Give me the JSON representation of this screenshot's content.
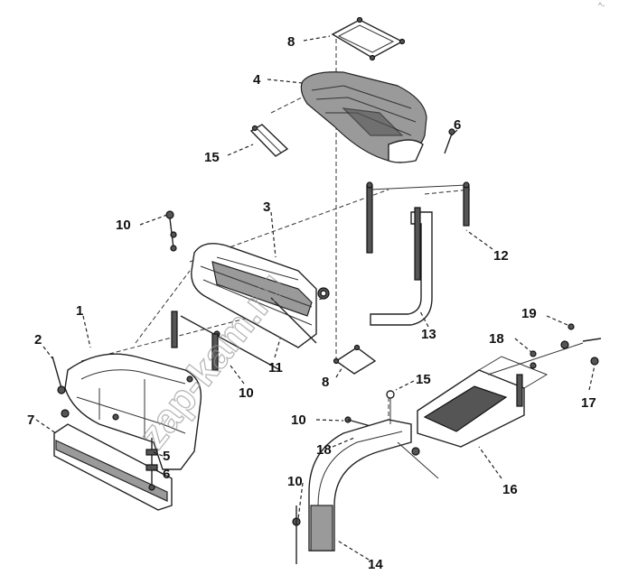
{
  "watermark": "zap-kam.ru",
  "corner_mark": "^-",
  "callouts": {
    "c1": "1",
    "c2": "2",
    "c3": "3",
    "c4": "4",
    "c5": "5",
    "c6a": "6",
    "c6b": "6",
    "c7": "7",
    "c8a": "8",
    "c8b": "8",
    "c10a": "10",
    "c10b": "10",
    "c10c": "10",
    "c10d": "10",
    "c11": "11",
    "c12": "12",
    "c13": "13",
    "c14": "14",
    "c15a": "15",
    "c15b": "15",
    "c16": "16",
    "c17": "17",
    "c18a": "18",
    "c18b": "18",
    "c19": "19"
  }
}
